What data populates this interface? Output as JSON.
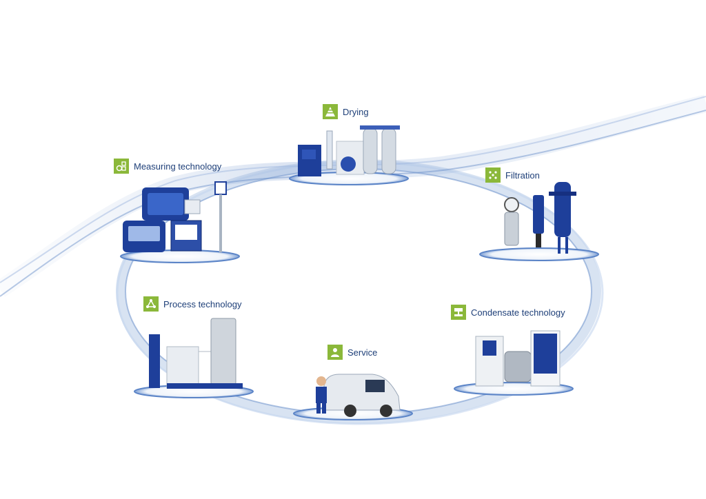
{
  "colors": {
    "brand_blue": "#1e3f9a",
    "accent_green": "#8bb83a",
    "label_blue": "#1e3f78"
  },
  "nodes": [
    {
      "id": "drying",
      "label": "Drying",
      "icon": "drying-triangle-icon"
    },
    {
      "id": "filtration",
      "label": "Filtration",
      "icon": "filtration-dots-icon"
    },
    {
      "id": "condensate",
      "label": "Condensate technology",
      "icon": "condensate-icon"
    },
    {
      "id": "service",
      "label": "Service",
      "icon": "service-technician-icon"
    },
    {
      "id": "process",
      "label": "Process technology",
      "icon": "process-network-icon"
    },
    {
      "id": "measuring",
      "label": "Measuring technology",
      "icon": "measuring-gauge-icon"
    }
  ]
}
